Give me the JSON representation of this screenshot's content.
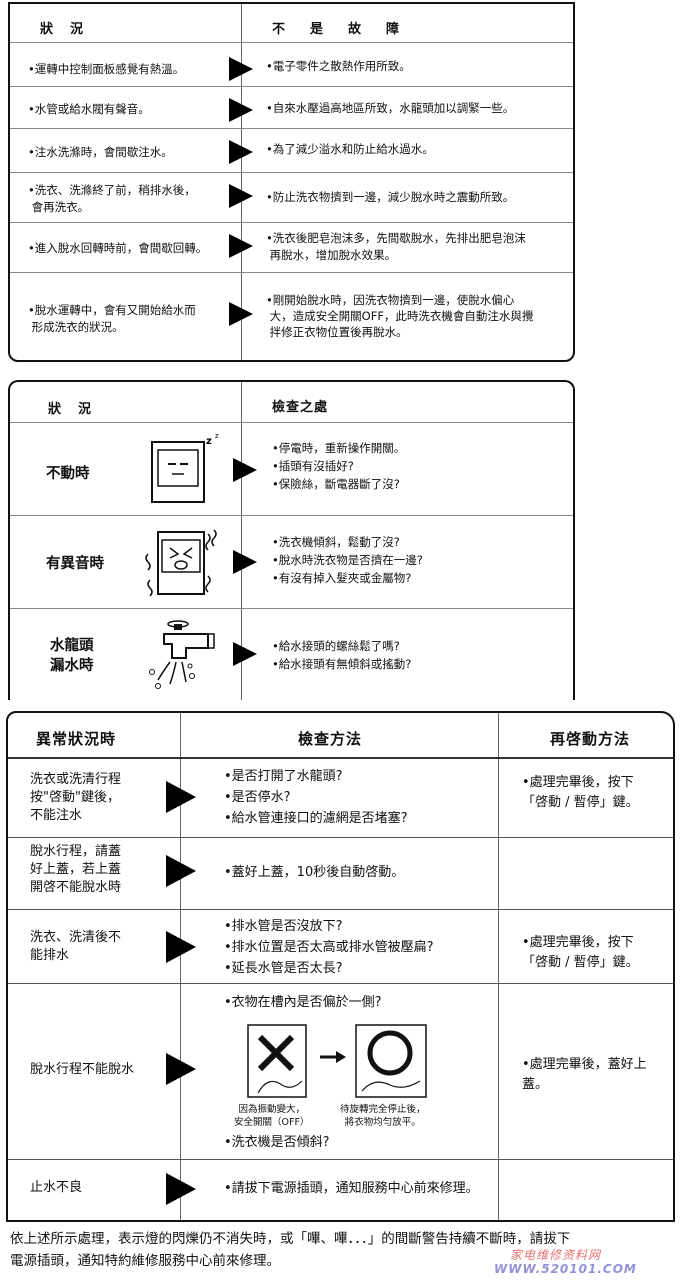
{
  "table1": {
    "header_left": "狀　況",
    "header_right": "不　是　故　障",
    "rows": [
      {
        "status": "•運轉中控制面板感覺有熱溫。",
        "reason": "•電子零件之散熱作用所致。"
      },
      {
        "status": "•水管或給水閥有聲音。",
        "reason": "•自來水壓過高地區所致，水龍頭加以調緊一些。"
      },
      {
        "status": "•注水洗滌時，會間歇注水。",
        "reason": "•為了減少溢水和防止給水過水。"
      },
      {
        "status": "•洗衣、洗滌終了前，稍排水後，\n 會再洗衣。",
        "reason": "•防止洗衣物擠到一邊，減少脫水時之震動所致。"
      },
      {
        "status": "•進入脫水回轉時前，會間歇回轉。",
        "reason": "•洗衣後肥皂泡沫多，先間歇脫水，先排出肥皂泡沫\n 再脫水，增加脫水效果。"
      },
      {
        "status": "•脫水運轉中，會有又開始給水而\n 形成洗衣的狀況。",
        "reason": "•剛開始脫水時，因洗衣物擠到一邊，使脫水偏心\n 大，造成安全開關OFF，此時洗衣機會自動注水與攪\n 拌修正衣物位置後再脫水。"
      }
    ]
  },
  "table2": {
    "header_left": "狀　況",
    "header_right": "檢查之處",
    "rows": [
      {
        "status": "不動時",
        "checks": [
          "•停電時，重新操作開關。",
          "•插頭有沒插好?",
          "•保險絲，斷電器斷了沒?"
        ]
      },
      {
        "status": "有異音時",
        "checks": [
          "•洗衣機傾斜，鬆動了沒?",
          "•脫水時洗衣物是否擠在一邊?",
          "•有沒有掉入髮夾或金屬物?"
        ]
      },
      {
        "status": "水龍頭\n漏水時",
        "checks": [
          "•給水接頭的螺絲鬆了嗎?",
          "•給水接頭有無傾斜或搖動?"
        ]
      }
    ]
  },
  "table3": {
    "header_left": "異常狀況時",
    "header_mid": "檢查方法",
    "header_right": "再啓動方法",
    "rows": [
      {
        "status": "洗衣或洗清行程\n按\"啓動\"鍵後，\n不能注水",
        "checks": [
          "•是否打開了水龍頭?",
          "•是否停水?",
          "•給水管連接口的濾網是否堵塞?"
        ],
        "restart": "•處理完畢後，按下\n「啓動 / 暫停」鍵。"
      },
      {
        "status": "脫水行程，請蓋\n好上蓋，若上蓋\n開啓不能脫水時",
        "checks": [
          "•蓋好上蓋，10秒後自動啓動。"
        ],
        "restart": ""
      },
      {
        "status": "洗衣、洗清後不\n能排水",
        "checks": [
          "•排水管是否沒放下?",
          "•排水位置是否太高或排水管被壓扁?",
          "•延長水管是否太長?"
        ],
        "restart": "•處理完畢後，按下\n「啓動 / 暫停」鍵。"
      },
      {
        "status": "脫水行程不能脫水",
        "checks": [
          "•衣物在槽內是否偏於一側?",
          "•洗衣機是否傾斜?"
        ],
        "caption_left": "因為振動變大，\n安全開關（OFF）",
        "caption_right": "待旋轉完全停止後，\n將衣物均勻放平。",
        "restart": "•處理完畢後，蓋好上\n蓋。"
      },
      {
        "status": "止水不良",
        "checks": [
          "•請拔下電源插頭，通知服務中心前來修理。"
        ],
        "restart": ""
      }
    ]
  },
  "footer": {
    "line1": "依上述所示處理，表示燈的閃爍仍不消失時，或「嗶、嗶．．．」的間斷警告持續不斷時，請拔下",
    "line2": "電源插頭，通知特約維修服務中心前來修理。"
  },
  "watermark": {
    "line1": "家电维修资料网",
    "line2": "WWW.520101.COM"
  }
}
